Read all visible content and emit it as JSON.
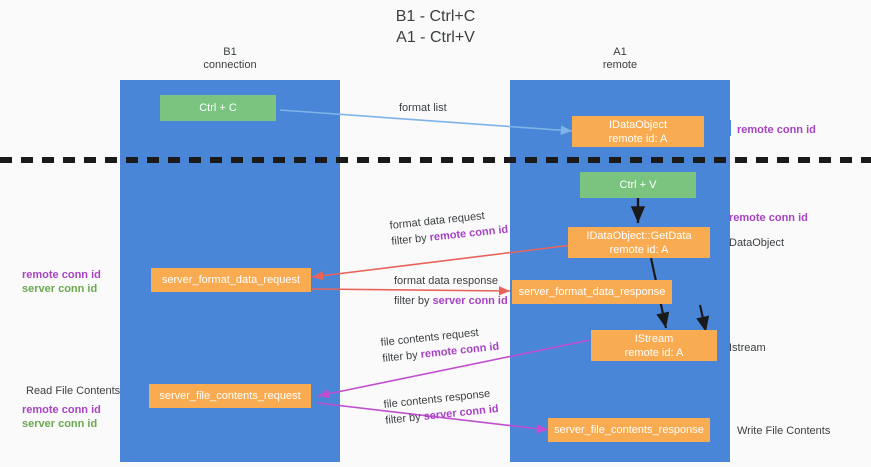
{
  "title": {
    "line1": "B1 - Ctrl+C",
    "line2": "A1 - Ctrl+V"
  },
  "lanes": [
    {
      "name": "B1",
      "sub": "connection",
      "color": "#4a86d8"
    },
    {
      "name": "A1",
      "sub": "remote",
      "color": "#4a86d8"
    }
  ],
  "colors": {
    "lane": "#4a86d8",
    "green_box": "#7ac47f",
    "orange_box": "#f9ab51",
    "purple_text": "#a843c4",
    "green_text": "#6aa84f",
    "arrow_blue": "#7fb3e8",
    "arrow_red": "#e8645a",
    "arrow_magenta": "#c04fd0",
    "arrow_black": "#1a1a1a",
    "divider": "#1a1a1a",
    "background": "#fafafa"
  },
  "boxes": {
    "ctrl_c": {
      "line1": "Ctrl + C",
      "line2": "",
      "kind": "green"
    },
    "ctrl_v": {
      "line1": "Ctrl + V",
      "line2": "",
      "kind": "green"
    },
    "remote_dataobject": {
      "line1": "IDataObject",
      "line2": "remote id: A",
      "kind": "orange"
    },
    "getdata": {
      "line1": "IDataObject::GetData",
      "line2": "remote id: A",
      "kind": "orange"
    },
    "istream": {
      "line1": "IStream",
      "line2": "remote id: A",
      "kind": "orange"
    },
    "server_format_data_request": {
      "line1": "server_format_data_request",
      "line2": "",
      "kind": "orange"
    },
    "server_format_data_response": {
      "line1": "server_format_data_response",
      "line2": "",
      "kind": "orange"
    },
    "server_file_contents_request": {
      "line1": "server_file_contents_request",
      "line2": "",
      "kind": "orange"
    },
    "server_file_contents_response": {
      "line1": "server_file_contents_response",
      "line2": "",
      "kind": "orange"
    }
  },
  "flows": {
    "format_list": {
      "label": "format list",
      "filter_prefix": "",
      "filter_key": ""
    },
    "format_data_request": {
      "label": "format data request",
      "filter_prefix": "filter by ",
      "filter_key": "remote conn id"
    },
    "format_data_response": {
      "label": "format data response",
      "filter_prefix": "filter by ",
      "filter_key": "server conn id"
    },
    "file_contents_request": {
      "label": "file contents request",
      "filter_prefix": "filter by ",
      "filter_key": "remote conn id"
    },
    "file_contents_response": {
      "label": "file contents response",
      "filter_prefix": "filter by ",
      "filter_key": "server conn id"
    }
  },
  "annotations": {
    "right_remote_conn_id_top": "remote conn id",
    "right_remote_conn_id_mid": "remote conn id",
    "right_dataobject": "DataObject",
    "right_istream": "Istream",
    "right_write_file_contents": "Write File Contents",
    "left_remote_conn_id_mid": "remote conn id",
    "left_server_conn_id_mid": "server conn id",
    "left_read_file_contents": "Read File Contents",
    "left_remote_conn_id_bottom": "remote conn id",
    "left_server_conn_id_bottom": "server conn id"
  }
}
